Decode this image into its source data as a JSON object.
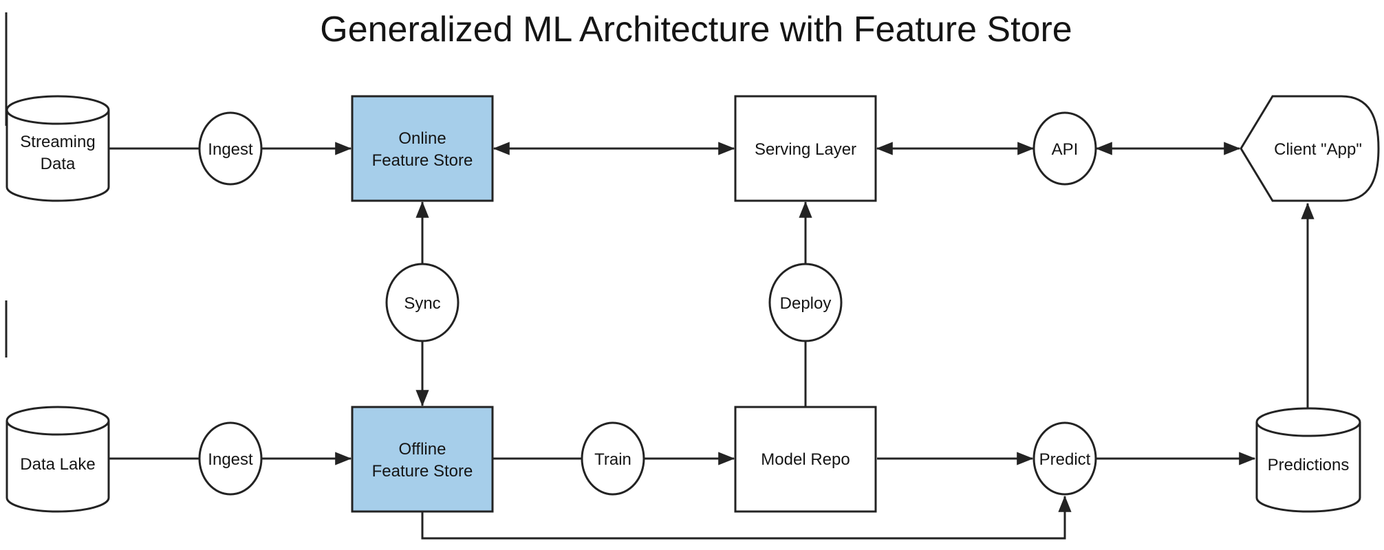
{
  "title": "Generalized ML Architecture with Feature Store",
  "colors": {
    "store_fill": "#A6CEEA",
    "stroke": "#232323",
    "text": "#151515",
    "background": "#FFFFFF"
  },
  "nodes": {
    "streaming_data": {
      "shape": "cylinder",
      "line1": "Streaming",
      "line2": "Data"
    },
    "ingest_top": {
      "shape": "circle",
      "label": "Ingest"
    },
    "online_feature_store": {
      "shape": "rect-blue",
      "line1": "Online",
      "line2": "Feature Store"
    },
    "serving_layer": {
      "shape": "rect",
      "label": "Serving Layer"
    },
    "api": {
      "shape": "circle",
      "label": "API"
    },
    "client_app": {
      "shape": "display",
      "label": "Client \"App\""
    },
    "sync": {
      "shape": "circle",
      "label": "Sync"
    },
    "deploy": {
      "shape": "circle",
      "label": "Deploy"
    },
    "data_lake": {
      "shape": "cylinder",
      "label": "Data Lake"
    },
    "ingest_bottom": {
      "shape": "circle",
      "label": "Ingest"
    },
    "offline_feature_store": {
      "shape": "rect-blue",
      "line1": "Offline",
      "line2": "Feature Store"
    },
    "train": {
      "shape": "circle",
      "label": "Train"
    },
    "model_repo": {
      "shape": "rect",
      "label": "Model Repo"
    },
    "predict": {
      "shape": "circle",
      "label": "Predict"
    },
    "predictions": {
      "shape": "cylinder",
      "label": "Predictions"
    }
  },
  "edges": [
    {
      "from": "streaming_data",
      "to": "ingest_top",
      "arrows": "none"
    },
    {
      "from": "ingest_top",
      "to": "online_feature_store",
      "arrows": "end"
    },
    {
      "from": "online_feature_store",
      "to": "serving_layer",
      "arrows": "both"
    },
    {
      "from": "serving_layer",
      "to": "api",
      "arrows": "both"
    },
    {
      "from": "api",
      "to": "client_app",
      "arrows": "both"
    },
    {
      "from": "online_feature_store",
      "to": "offline_feature_store",
      "via": "sync",
      "arrows": "both"
    },
    {
      "from": "model_repo",
      "to": "serving_layer",
      "via": "deploy",
      "arrows": "end"
    },
    {
      "from": "data_lake",
      "to": "ingest_bottom",
      "arrows": "none"
    },
    {
      "from": "ingest_bottom",
      "to": "offline_feature_store",
      "arrows": "end"
    },
    {
      "from": "offline_feature_store",
      "to": "train",
      "arrows": "none"
    },
    {
      "from": "train",
      "to": "model_repo",
      "arrows": "end"
    },
    {
      "from": "model_repo",
      "to": "predict",
      "arrows": "end"
    },
    {
      "from": "predict",
      "to": "predictions",
      "arrows": "end"
    },
    {
      "from": "predictions",
      "to": "client_app",
      "arrows": "end"
    },
    {
      "from": "offline_feature_store",
      "to": "predict",
      "route": "elbow-bottom",
      "arrows": "end"
    }
  ]
}
